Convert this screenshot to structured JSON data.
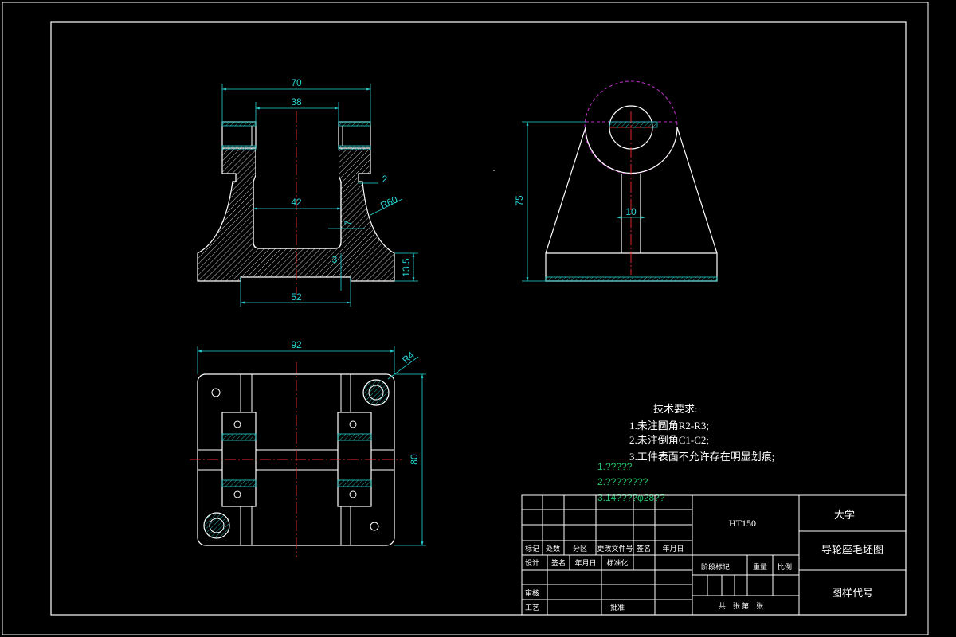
{
  "drawing": {
    "front_view_dims": {
      "width_70": "70",
      "width_38": "38",
      "width_42": "42",
      "width_52": "52",
      "dim_2": "2",
      "dim_7": "7",
      "dim_3": "3",
      "height_13_5": "13.5",
      "radius_r60": "R60"
    },
    "side_view_dims": {
      "height_75": "75",
      "width_10": "10"
    },
    "top_view_dims": {
      "width_92": "92",
      "height_80": "80",
      "radius_r4": "R4"
    },
    "tech_requirements": {
      "title": "技术要求:",
      "items": [
        "1.未注圆角R2-R3;",
        "2.未注倒角C1-C2;",
        "3.工件表面不允许存在明显划痕;"
      ]
    },
    "garbled_notes": [
      "1.?????",
      "2.????????",
      "3.14????φ28??"
    ],
    "colors": {
      "outline": "#ffffff",
      "dimension": "#27d3d3",
      "centerline": "#e0282c",
      "phantom": "#c02ec8",
      "hatch": "#ffffff",
      "green_text": "#21c46a"
    }
  },
  "title_block": {
    "material": "HT150",
    "school": "大学",
    "drawing_name": "导轮座毛坯图",
    "drawing_number": "图样代号",
    "revision_headers": [
      "标记",
      "处数",
      "分区",
      "更改文件号",
      "签名",
      "年月日"
    ],
    "row_design": [
      "设计",
      "签名",
      "年月日",
      "标准化"
    ],
    "row_review": "审核",
    "row_process": "工艺",
    "approve": "批准",
    "stage_headers": [
      "阶段标记",
      "重量",
      "比例"
    ],
    "sheets": "共　张 第　张"
  }
}
